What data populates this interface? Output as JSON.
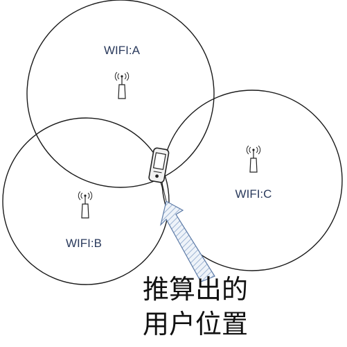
{
  "access_points": [
    {
      "id": "A",
      "label": "WIFI:A"
    },
    {
      "id": "B",
      "label": "WIFI:B"
    },
    {
      "id": "C",
      "label": "WIFI:C"
    }
  ],
  "result_label_lines": [
    "推算出的",
    "用户位置"
  ],
  "icons": {
    "access_point": "wifi-antenna-icon",
    "device": "mobile-phone-icon",
    "pointer": "hatched-arrow-icon"
  },
  "colors": {
    "circle_stroke": "#1a1a1a",
    "label_text": "#2a3a5c",
    "arrow_fill": "#e6eef7",
    "arrow_stroke": "#5c7aa6"
  }
}
